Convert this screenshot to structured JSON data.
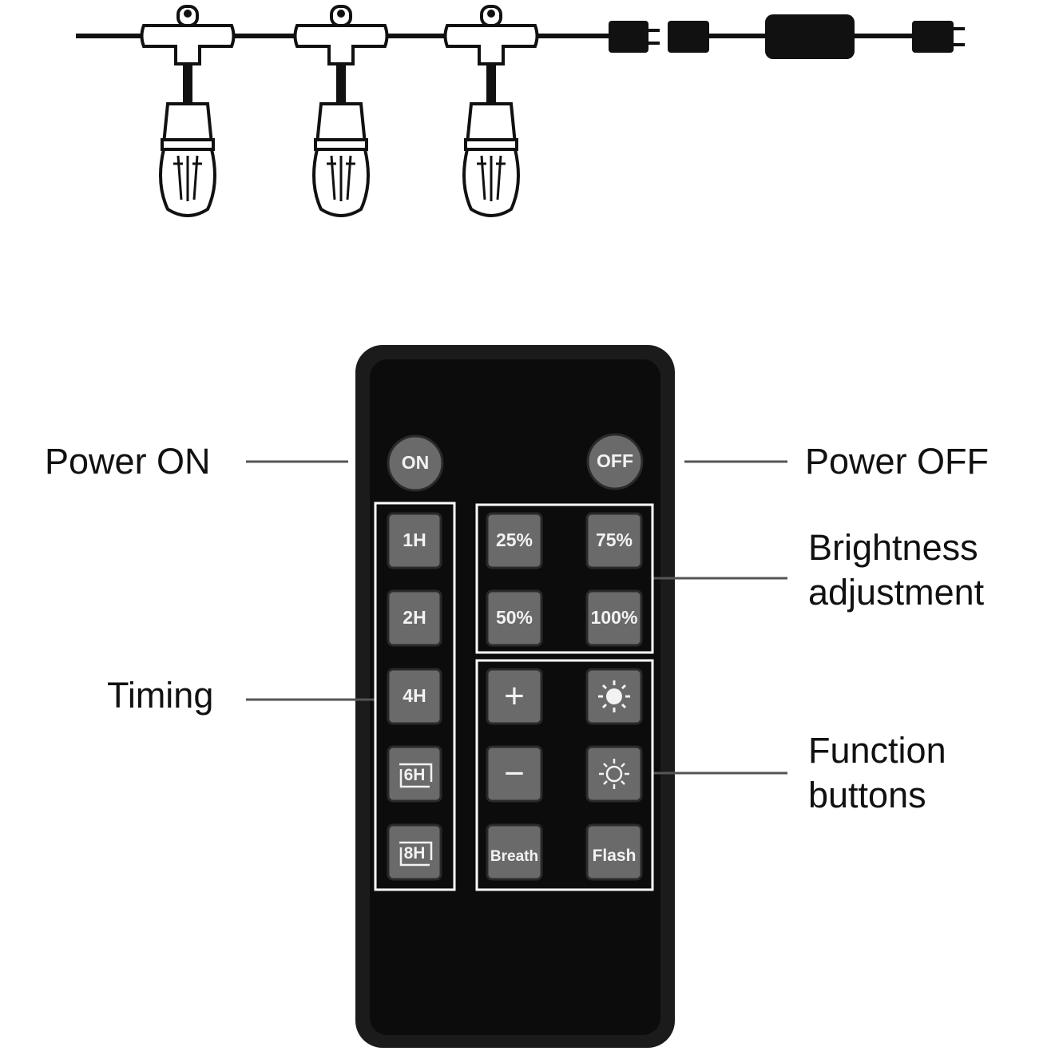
{
  "callouts": {
    "power_on": "Power ON",
    "power_off": "Power OFF",
    "brightness": [
      "Brightness",
      "adjustment"
    ],
    "timing": "Timing",
    "function": [
      "Function",
      "buttons"
    ]
  },
  "remote": {
    "power_on_label": "ON",
    "power_off_label": "OFF",
    "timer_buttons": [
      "1H",
      "2H",
      "4H",
      "6H",
      "8H"
    ],
    "brightness_buttons": [
      "25%",
      "75%",
      "50%",
      "100%"
    ],
    "function_buttons": {
      "plus": "+",
      "bright_up": "sun-filled-icon",
      "minus": "−",
      "bright_down": "sun-outline-icon",
      "breath": "Breath",
      "flash": "Flash"
    }
  },
  "colors": {
    "remote_body": "#1b1b1b",
    "remote_face": "#0d0d0d",
    "button_fill": "#6a6a6a",
    "group_outline": "#ffffff",
    "leader_line": "#555555"
  }
}
